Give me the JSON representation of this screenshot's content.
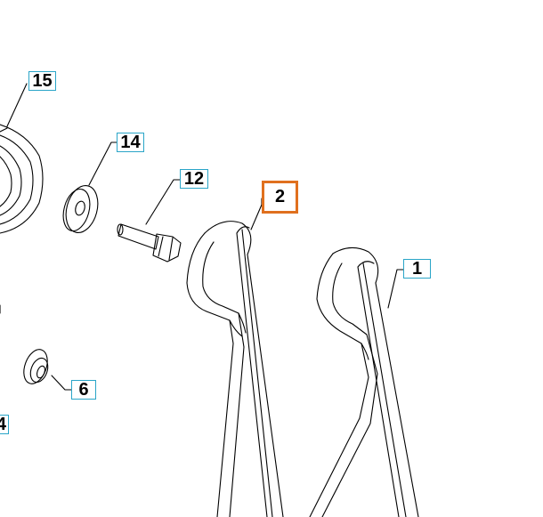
{
  "callouts": {
    "c15": "15",
    "c14": "14",
    "c12": "12",
    "c2": "2",
    "c1": "1",
    "c6": "6",
    "c4": "4"
  },
  "highlighted_callout": "2",
  "colors": {
    "callout_border": "#2aa5c8",
    "highlight_border": "#e0701e",
    "line": "#000000"
  }
}
